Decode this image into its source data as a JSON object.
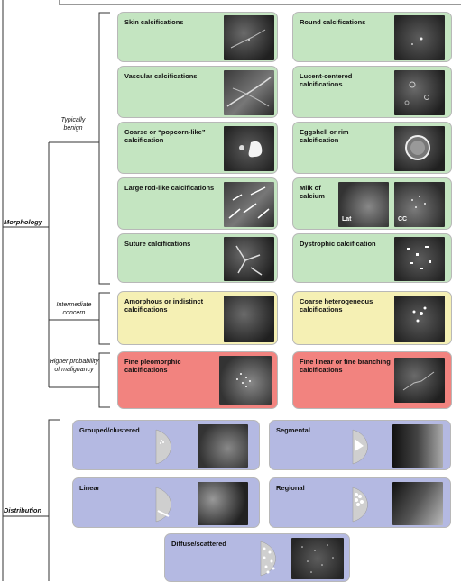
{
  "labels": {
    "morphology": "Morphology",
    "distribution": "Distribution",
    "typically_benign": "Typically benign",
    "intermediate_concern": "Intermediate concern",
    "higher_probability": "Higher probability of malignancy"
  },
  "morphology": {
    "benign": [
      "Skin calcifications",
      "Round calcifications",
      "Vascular calcifications",
      "Lucent-centered calcifications",
      "Coarse or “popcorn-like” calcification",
      "Eggshell or rim calcification",
      "Large rod-like calcifications",
      "Milk of calcium",
      "Suture calcifications",
      "Dystrophic calcification"
    ],
    "milk_views": [
      "Lat",
      "CC"
    ],
    "intermediate": [
      "Amorphous or indistinct calcifications",
      "Coarse heterogeneous calcifications"
    ],
    "malignant": [
      "Fine pleomorphic calcifications",
      "Fine linear or fine branching calcifications"
    ]
  },
  "distribution": [
    "Grouped/clustered",
    "Segmental",
    "Linear",
    "Regional",
    "Diffuse/scattered"
  ],
  "colors": {
    "benign": "#c4e5c1",
    "intermediate": "#f5f0b4",
    "malignant": "#f2837f",
    "distribution": "#b4b9e2"
  }
}
